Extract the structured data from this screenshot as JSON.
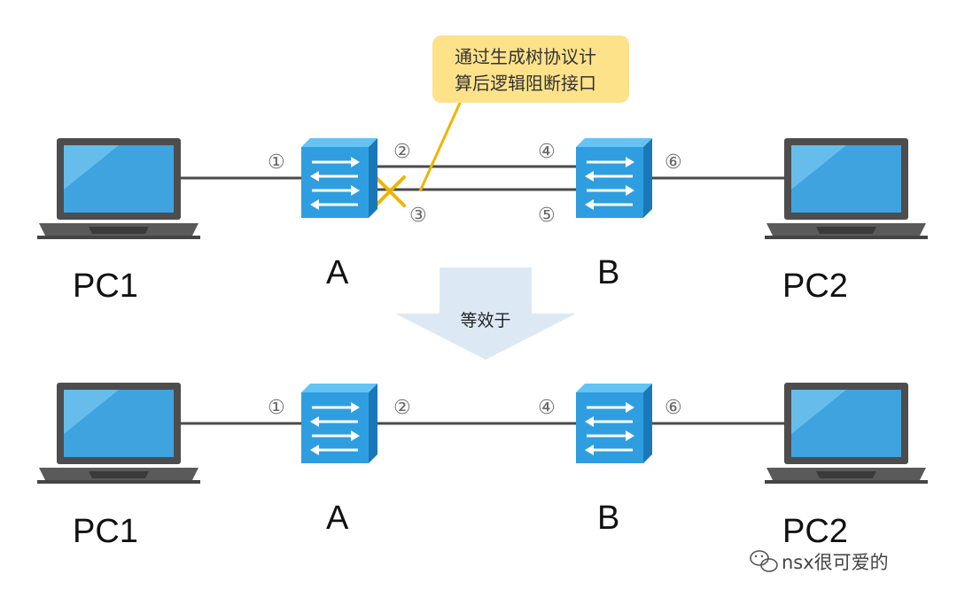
{
  "colors": {
    "switch_front": "#2e9ee0",
    "switch_top": "#64c3f2",
    "switch_side": "#1a78b8",
    "laptop_body": "#4d4d4d",
    "laptop_screen": "#3fa3df",
    "link": "#4a4a4a",
    "callout_bg": "#fde28a",
    "callout_line": "#f0b400",
    "blocked_mark": "#f0b400",
    "arrow_fill": "#dce9f5"
  },
  "top": {
    "pc1_label": "PC1",
    "pc2_label": "PC2",
    "switch_a_label": "A",
    "switch_b_label": "B",
    "ports": {
      "p1": "①",
      "p2": "②",
      "p3": "③",
      "p4": "④",
      "p5": "⑤",
      "p6": "⑥"
    },
    "callout": {
      "line1": "通过生成树协议计",
      "line2": "算后逻辑阻断接口"
    }
  },
  "arrow": {
    "label": "等效于"
  },
  "bottom": {
    "pc1_label": "PC1",
    "pc2_label": "PC2",
    "switch_a_label": "A",
    "switch_b_label": "B",
    "ports": {
      "p1": "①",
      "p2": "②",
      "p4": "④",
      "p6": "⑥"
    }
  },
  "watermark": {
    "icon": "wechat-icon",
    "text": "nsx很可爱的"
  }
}
